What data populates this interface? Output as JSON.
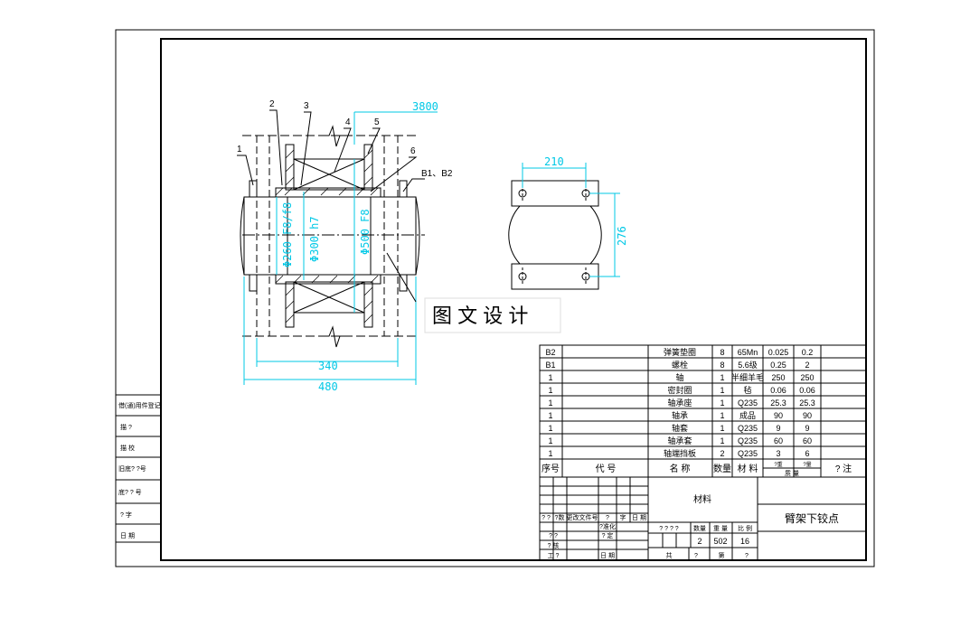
{
  "colors": {
    "dim": "#00c8e6",
    "line": "#000000",
    "paper": "#ffffff"
  },
  "dims": {
    "d3800": "3800",
    "d210": "210",
    "d276": "276",
    "d340": "340",
    "d480": "480",
    "phi260": "Φ260 F8/f8",
    "phi300": "Φ300 h7",
    "phi500": "Φ500 F8"
  },
  "leaders": [
    "1",
    "2",
    "3",
    "4",
    "5",
    "6",
    "B1、B2"
  ],
  "watermark": "图 文 设 计",
  "bom": {
    "rows": [
      [
        "B2",
        "弹簧垫圈",
        "8",
        "65Mn",
        "0.025",
        "0.2"
      ],
      [
        "B1",
        "螺栓",
        "8",
        "5.6级",
        "0.25",
        "2"
      ],
      [
        "1",
        "轴",
        "1",
        "半细羊毛",
        "250",
        "250"
      ],
      [
        "1",
        "密封圈",
        "1",
        "毡",
        "0.06",
        "0.06"
      ],
      [
        "1",
        "轴承座",
        "1",
        "Q235",
        "25.3",
        "25.3"
      ],
      [
        "1",
        "轴承",
        "1",
        "成品",
        "90",
        "90"
      ],
      [
        "1",
        "轴套",
        "1",
        "Q235",
        "9",
        "9"
      ],
      [
        "1",
        "轴承套",
        "1",
        "Q235",
        "60",
        "60"
      ],
      [
        "1",
        "轴端挡板",
        "2",
        "Q235",
        "3",
        "6"
      ]
    ],
    "header": {
      "seq": "序号",
      "code": "代    号",
      "name": "名    称",
      "qty": "数量",
      "mat": "材 料",
      "wt1": "?重",
      "wt2": "?量",
      "wt": "质 量",
      "note": "? 注"
    }
  },
  "left_strip": [
    "借(通)用件登记",
    "描    ?",
    "描    校",
    "旧底? ?号",
    "底? ? 号",
    "?    字",
    "日    期"
  ],
  "title_block": {
    "material": "材料",
    "title": "臂架下铰点",
    "rev_row": [
      "? ?",
      "?数",
      "更改文件号",
      "?",
      "字",
      "日 期"
    ],
    "sign": {
      "design": "? ?",
      "std": "?准化",
      "check": "? 定",
      "proc": "? 核",
      "craft": "工 ?",
      "date": "日 期"
    },
    "stage_head": [
      "? ? ? ?",
      "数量",
      "重 量",
      "比 例"
    ],
    "stage_vals": [
      "2",
      "502",
      "16"
    ],
    "sheets": [
      "共",
      "?",
      "第",
      "?"
    ]
  }
}
